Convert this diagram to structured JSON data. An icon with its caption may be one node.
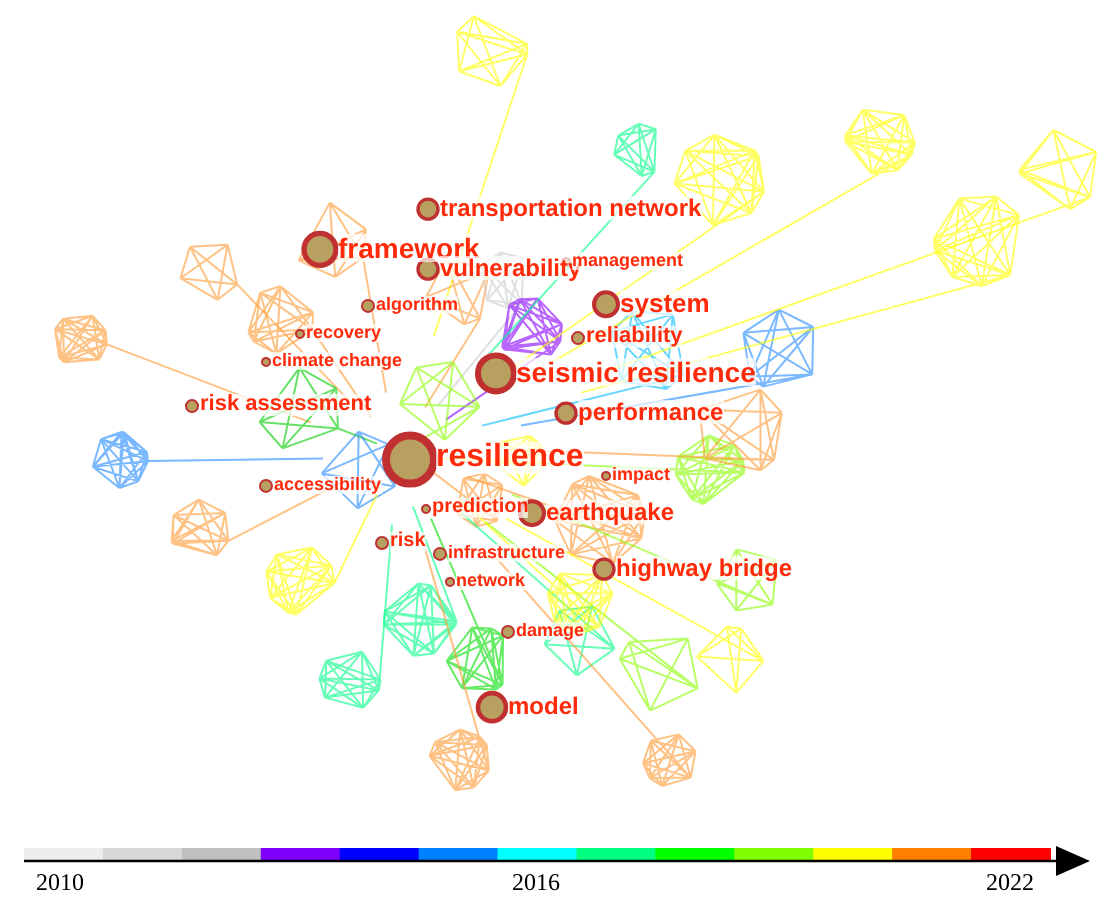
{
  "diagram": {
    "labels": [
      "transportation network",
      "framework",
      "vulnerability",
      "management",
      "algorithm",
      "system",
      "recovery",
      "reliability",
      "climate change",
      "seismic resilience",
      "risk assessment",
      "performance",
      "resilience",
      "impact",
      "accessibility",
      "prediction",
      "earthquake",
      "risk",
      "infrastructure",
      "highway bridge",
      "network",
      "damage",
      "model",
      "2010",
      "2016",
      "2022"
    ]
  }
}
